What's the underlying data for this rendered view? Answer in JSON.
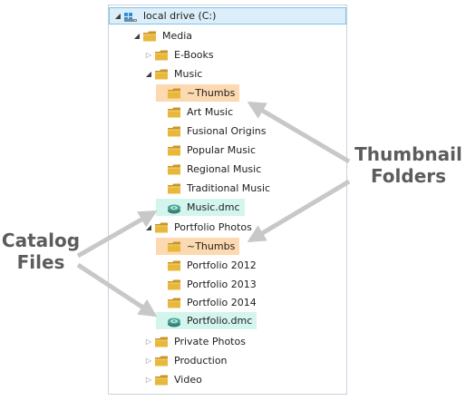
{
  "tree": {
    "items": [
      {
        "label": "local drive (C:)",
        "icon": "drive-icon",
        "level": 0,
        "expander": "expanded",
        "state": "selected"
      },
      {
        "label": "Media",
        "icon": "folder-icon",
        "level": 1,
        "expander": "expanded",
        "state": ""
      },
      {
        "label": "E-Books",
        "icon": "folder-icon",
        "level": 2,
        "expander": "collapsed",
        "state": ""
      },
      {
        "label": "Music",
        "icon": "folder-icon",
        "level": 2,
        "expander": "expanded",
        "state": ""
      },
      {
        "label": "~Thumbs",
        "icon": "folder-icon",
        "level": 3,
        "expander": "none",
        "state": "highlight-orange"
      },
      {
        "label": "Art Music",
        "icon": "folder-icon",
        "level": 3,
        "expander": "none",
        "state": ""
      },
      {
        "label": "Fusional Origins",
        "icon": "folder-icon",
        "level": 3,
        "expander": "none",
        "state": ""
      },
      {
        "label": "Popular Music",
        "icon": "folder-icon",
        "level": 3,
        "expander": "none",
        "state": ""
      },
      {
        "label": "Regional Music",
        "icon": "folder-icon",
        "level": 3,
        "expander": "none",
        "state": ""
      },
      {
        "label": "Traditional Music",
        "icon": "folder-icon",
        "level": 3,
        "expander": "none",
        "state": ""
      },
      {
        "label": "Music.dmc",
        "icon": "catalog-file-icon",
        "level": 3,
        "expander": "none",
        "state": "highlight-teal"
      },
      {
        "label": "Portfolio Photos",
        "icon": "folder-icon",
        "level": 2,
        "expander": "expanded",
        "state": ""
      },
      {
        "label": "~Thumbs",
        "icon": "folder-icon",
        "level": 3,
        "expander": "none",
        "state": "highlight-orange"
      },
      {
        "label": "Portfolio 2012",
        "icon": "folder-icon",
        "level": 3,
        "expander": "none",
        "state": ""
      },
      {
        "label": "Portfolio 2013",
        "icon": "folder-icon",
        "level": 3,
        "expander": "none",
        "state": ""
      },
      {
        "label": "Portfolio 2014",
        "icon": "folder-icon",
        "level": 3,
        "expander": "none",
        "state": ""
      },
      {
        "label": "Portfolio.dmc",
        "icon": "catalog-file-icon",
        "level": 3,
        "expander": "none",
        "state": "highlight-teal"
      },
      {
        "label": "Private Photos",
        "icon": "folder-icon",
        "level": 2,
        "expander": "collapsed",
        "state": ""
      },
      {
        "label": "Production",
        "icon": "folder-icon",
        "level": 2,
        "expander": "collapsed",
        "state": ""
      },
      {
        "label": "Video",
        "icon": "folder-icon",
        "level": 2,
        "expander": "collapsed",
        "state": ""
      }
    ]
  },
  "callouts": {
    "thumbnail": {
      "line1": "Thumbnail",
      "line2": "Folders"
    },
    "catalog": {
      "line1": "Catalog",
      "line2": "Files"
    }
  },
  "colors": {
    "folder": "#e8b83a",
    "folder_dark": "#c9942a",
    "highlight_orange": "#fcd9b0",
    "highlight_teal": "#d3f5ee",
    "selected_bg": "#dbeef9",
    "selected_border": "#7ec3e8",
    "arrow": "#c8c8c8",
    "callout_text": "#5c5c5c"
  }
}
